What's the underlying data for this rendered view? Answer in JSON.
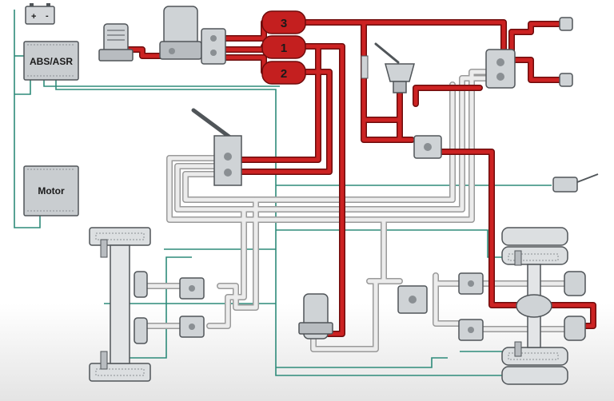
{
  "diagram": {
    "ecus": {
      "abs_asr": {
        "label": "ABS/ASR"
      },
      "motor": {
        "label": "Motor"
      }
    },
    "battery": {
      "plus": "+",
      "minus": "-"
    },
    "tanks": [
      {
        "label": "3"
      },
      {
        "label": "1"
      },
      {
        "label": "2"
      }
    ],
    "colors": {
      "pressure_line": "#c41f1f",
      "pressure_line_dark": "#7a0f0f",
      "control_line": "#e9e9e9",
      "control_line_outline": "#9a9a9a",
      "signal_wire": "#2e8b7a",
      "component": "#cfd3d6",
      "component_dark": "#505559",
      "ecu_body": "#c9cdd0"
    }
  }
}
